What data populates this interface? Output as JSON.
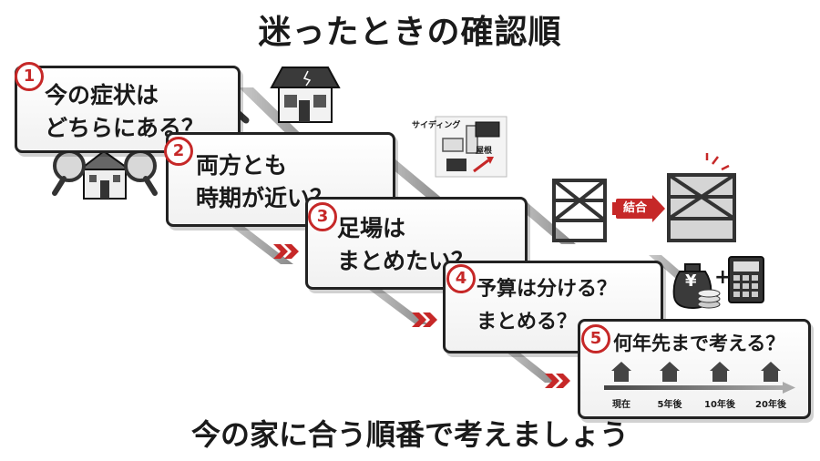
{
  "title": "迷ったときの確認順",
  "footer": "今の家に合う順番で考えましょう",
  "accent_color": "#c62828",
  "steps": [
    {
      "number": "1",
      "line1": "今の症状は",
      "line2": "どちらにある？"
    },
    {
      "number": "2",
      "line1": "両方とも",
      "line2": "時期が近い？"
    },
    {
      "number": "3",
      "line1": "足場は",
      "line2": "まとめたい？"
    },
    {
      "number": "4",
      "line1": "予算は分ける？",
      "line2": "まとめる？"
    },
    {
      "number": "5",
      "line1": "何年先まで考える？",
      "line2": ""
    }
  ],
  "illustrations": {
    "siding_label": "サイディング",
    "roof_label": "屋根",
    "combine_badge": "結合",
    "plus_sign": "+",
    "yen_symbol": "¥"
  },
  "timeline": [
    "現在",
    "5年後",
    "10年後",
    "20年後"
  ]
}
